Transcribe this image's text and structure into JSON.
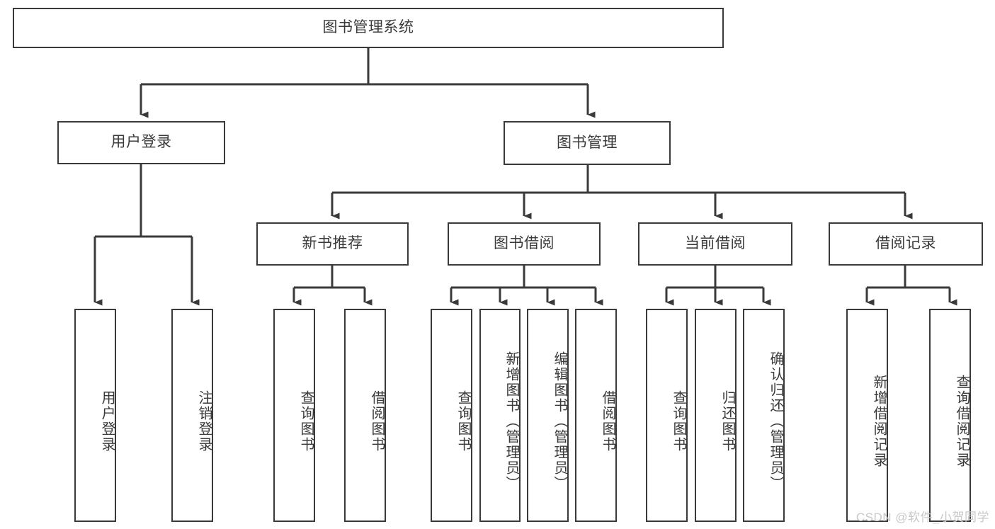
{
  "diagram": {
    "type": "tree-hierarchy",
    "title": "图书管理系统",
    "root": {
      "label": "图书管理系统"
    },
    "level2": [
      {
        "label": "用户登录"
      },
      {
        "label": "图书管理"
      }
    ],
    "level3": [
      {
        "label": "新书推荐"
      },
      {
        "label": "图书借阅"
      },
      {
        "label": "当前借阅"
      },
      {
        "label": "借阅记录"
      }
    ],
    "leaves": {
      "user_login": [
        {
          "label": "用户登录"
        },
        {
          "label": "注销登录"
        }
      ],
      "new_book_recommend": [
        {
          "label": "查询图书"
        },
        {
          "label": "借阅图书"
        }
      ],
      "book_borrow": [
        {
          "label": "查询图书"
        },
        {
          "label": "新增图书（管理员）"
        },
        {
          "label": "编辑图书（管理员）"
        },
        {
          "label": "借阅图书"
        }
      ],
      "current_borrow": [
        {
          "label": "查询图书"
        },
        {
          "label": "归还图书"
        },
        {
          "label": "确认归还（管理员）"
        }
      ],
      "borrow_record": [
        {
          "label": "新增借阅记录"
        },
        {
          "label": "查询借阅记录"
        }
      ]
    }
  },
  "watermark": {
    "text": "CSDN @软件_小贺同学"
  },
  "colors": {
    "stroke": "#3a3a3a",
    "text": "#3a3a3a",
    "background": "#ffffff",
    "watermark": "#c8c8c8"
  }
}
